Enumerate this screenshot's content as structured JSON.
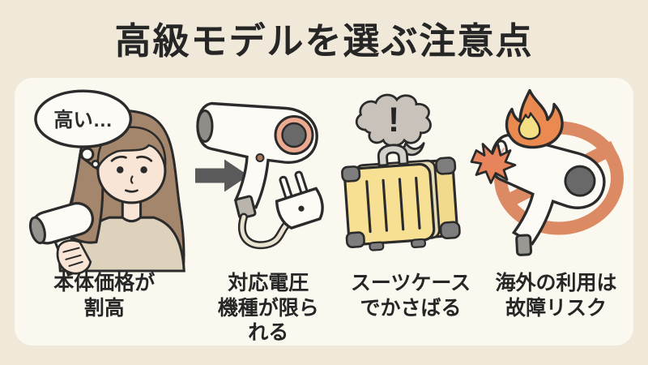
{
  "title": "高級モデルを選ぶ注意点",
  "panel": {
    "items": [
      {
        "icon": "woman-with-dryer",
        "bubble_text": "高い…",
        "caption": "本体価格が\n割高"
      },
      {
        "icon": "dryer-voltage-plug",
        "bubble_text": "",
        "caption": "対応電圧\n機種が限ら\nれる"
      },
      {
        "icon": "suitcase-with-alert",
        "bubble_text": "!",
        "caption": "スーツケース\nでかさばる"
      },
      {
        "icon": "burning-dryer-prohibited",
        "bubble_text": "",
        "caption": "海外の利用は\n故障リスク"
      }
    ]
  },
  "colors": {
    "page_bg": "#f0e9d9",
    "panel_bg": "#fbf8ef",
    "text": "#262626",
    "outline": "#2b2b2b",
    "prohibition_salmon": "#dc8a64",
    "flame_orange": "#ea8a50",
    "flame_yellow": "#f5df85",
    "suitcase_yellow": "#f7e094",
    "hair_brown": "#a3866b",
    "skin": "#f8e5d5",
    "sweater": "#ded2bc",
    "cloud_gray": "#c8c2ba",
    "arrow_gray": "#5a5a5a",
    "vent_ring_salmon": "#ecab90",
    "vent_gray": "#696969"
  }
}
